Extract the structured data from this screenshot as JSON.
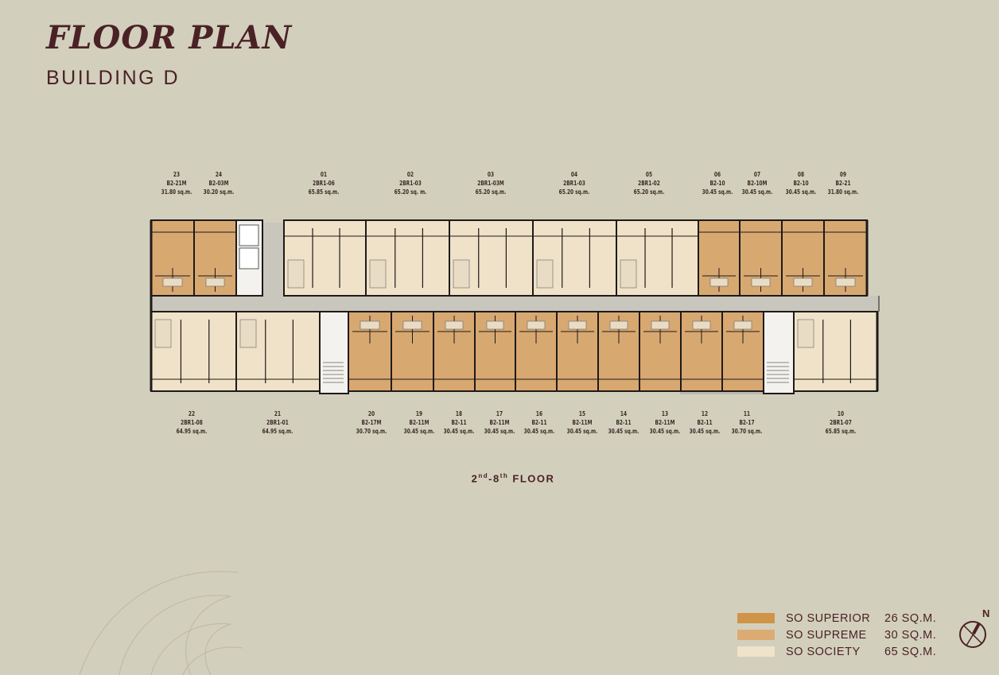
{
  "header": {
    "title": "FLOOR PLAN",
    "subtitle": "BUILDING D"
  },
  "floor_label": {
    "prefix": "2",
    "prefix_sup": "nd",
    "mid": "-8",
    "mid_sup": "th",
    "suffix": " FLOOR"
  },
  "colors": {
    "superior": "#cf9448",
    "supreme": "#d8a871",
    "society": "#efe2c8",
    "corridor": "#c9c6bd",
    "wall": "#1e1a18",
    "background": "#d3cfbd"
  },
  "units_top": [
    {
      "no": "23",
      "type": "B2-21M",
      "area": "31.80 sq.m.",
      "kind": "supreme"
    },
    {
      "no": "24",
      "type": "B2-03M",
      "area": "30.20 sq.m.",
      "kind": "supreme"
    },
    {
      "no": "01",
      "type": "2BR1-06",
      "area": "65.85 sq.m.",
      "kind": "society"
    },
    {
      "no": "02",
      "type": "2BR1-03",
      "area": "65.20 sq. m.",
      "kind": "society"
    },
    {
      "no": "03",
      "type": "2BR1-03M",
      "area": "65.20 sq.m.",
      "kind": "society"
    },
    {
      "no": "04",
      "type": "2BR1-03",
      "area": "65.20 sq.m.",
      "kind": "society"
    },
    {
      "no": "05",
      "type": "2BR1-02",
      "area": "65.20 sq.m.",
      "kind": "society"
    },
    {
      "no": "06",
      "type": "B2-10",
      "area": "30.45 sq.m.",
      "kind": "supreme"
    },
    {
      "no": "07",
      "type": "B2-10M",
      "area": "30.45 sq.m.",
      "kind": "supreme"
    },
    {
      "no": "08",
      "type": "B2-10",
      "area": "30.45 sq.m.",
      "kind": "supreme"
    },
    {
      "no": "09",
      "type": "B2-21",
      "area": "31.80 sq.m.",
      "kind": "supreme"
    }
  ],
  "units_bottom": [
    {
      "no": "22",
      "type": "2BR1-08",
      "area": "64.95 sq.m.",
      "kind": "society"
    },
    {
      "no": "21",
      "type": "2BR1-01",
      "area": "64.95 sq.m.",
      "kind": "society"
    },
    {
      "no": "20",
      "type": "B2-17M",
      "area": "30.70 sq.m.",
      "kind": "supreme"
    },
    {
      "no": "19",
      "type": "B2-11M",
      "area": "30.45 sq.m.",
      "kind": "supreme"
    },
    {
      "no": "18",
      "type": "B2-11",
      "area": "30.45 sq.m.",
      "kind": "supreme"
    },
    {
      "no": "17",
      "type": "B2-11M",
      "area": "30.45 sq.m.",
      "kind": "supreme"
    },
    {
      "no": "16",
      "type": "B2-11",
      "area": "30.45 sq.m.",
      "kind": "supreme"
    },
    {
      "no": "15",
      "type": "B2-11M",
      "area": "30.45 sq.m.",
      "kind": "supreme"
    },
    {
      "no": "14",
      "type": "B2-11",
      "area": "30.45 sq.m.",
      "kind": "supreme"
    },
    {
      "no": "13",
      "type": "B2-11M",
      "area": "30.45 sq.m.",
      "kind": "supreme"
    },
    {
      "no": "12",
      "type": "B2-11",
      "area": "30.45 sq.m.",
      "kind": "supreme"
    },
    {
      "no": "11",
      "type": "B2-17",
      "area": "30.70 sq.m.",
      "kind": "supreme"
    },
    {
      "no": "10",
      "type": "2BR1-07",
      "area": "65.85 sq.m.",
      "kind": "society"
    }
  ],
  "legend": [
    {
      "name": "SO SUPERIOR",
      "size": "26 SQ.M.",
      "color": "#cf9448"
    },
    {
      "name": "SO SUPREME",
      "size": "30 SQ.M.",
      "color": "#dcab73"
    },
    {
      "name": "SO SOCIETY",
      "size": "65 SQ.M.",
      "color": "#efe3cb"
    }
  ],
  "compass": {
    "label": "N",
    "icon": "compass-icon"
  }
}
